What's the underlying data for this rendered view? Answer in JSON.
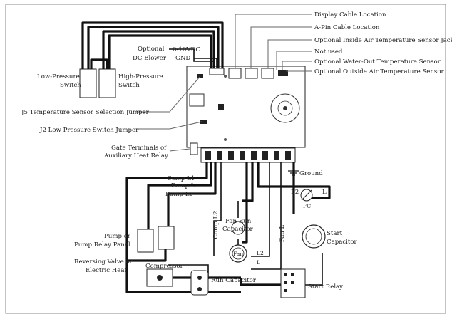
{
  "labels": {
    "display_cable": "Display Cable Location",
    "a_pin_cable": "A-Pin Cable Location",
    "inside_air_jack": "Optional Inside Air Temperature Sensor Jack",
    "not_used": "Not used",
    "water_out_sensor": "Optional Water-Out Temperature Sensor",
    "outside_air_sensor": "Optional Outside Air Temperature Sensor",
    "optional": "Optional",
    "dc_blower": "DC Blower",
    "vdc": "0-10VDC",
    "gnd": "GND",
    "low_pressure_switch_1": "Low-Pressure",
    "low_pressure_switch_2": "Switch",
    "high_pressure_switch_1": "High-Pressure",
    "high_pressure_switch_2": "Switch",
    "j5_jumper": "J5 Temperature Sensor Selection Jumper",
    "j2_jumper": "J2 Low Pressure Switch Jumper",
    "gate_terminals_1": "Gate Terminals of",
    "gate_terminals_2": "Auxiliary Heat Relay",
    "ground": "Ground",
    "comp_l1": "Comp L1",
    "pump_l": "Pump L",
    "pump_l2": "Pump L2",
    "l2": "L2",
    "l": "L",
    "fc": "FC",
    "pump_relay_1": "Pump or",
    "pump_relay_2": "Pump Relay Panel",
    "reversing_1": "Reversing Valve or",
    "reversing_2": "Electric Heat",
    "comp_l2": "Comp L2",
    "fan_l": "Fan L",
    "fan_run_cap_1": "Fan Run",
    "fan_run_cap_2": "Capacitor",
    "fan": "Fan",
    "fan_l2": "L2",
    "fan_l1": "L",
    "start_cap_1": "Start",
    "start_cap_2": "Capacitor",
    "compressor": "Compressor",
    "run_capacitor": "Run Capacitor",
    "start_relay": "Start Relay"
  },
  "colors": {
    "line": "#111111",
    "leader": "#555555",
    "frame": "#888888"
  }
}
